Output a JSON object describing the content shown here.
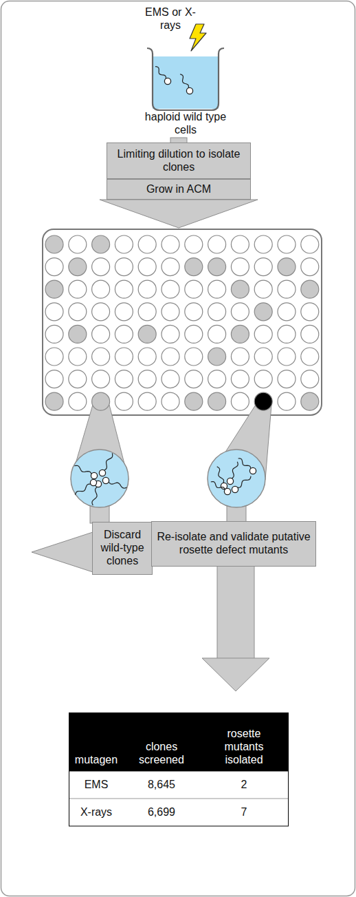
{
  "diagram": {
    "nodes": [
      {
        "text": [
          "Limiting dilution to isolate clones"
        ]
      },
      {
        "text": [
          "Grow in ACM"
        ]
      },
      {
        "text": [
          "Discard wild-type clones"
        ]
      },
      {
        "text": [
          "Re-isolate and validate putative rosette defect mutants"
        ]
      }
    ],
    "labels": [
      "EMS or X-rays",
      "haploid wild type cells",
      "mutagen",
      "clones screened",
      "rosette mutants isolated",
      "EMS",
      "8,645",
      "2",
      "X-rays",
      "6,699",
      "7"
    ]
  }
}
